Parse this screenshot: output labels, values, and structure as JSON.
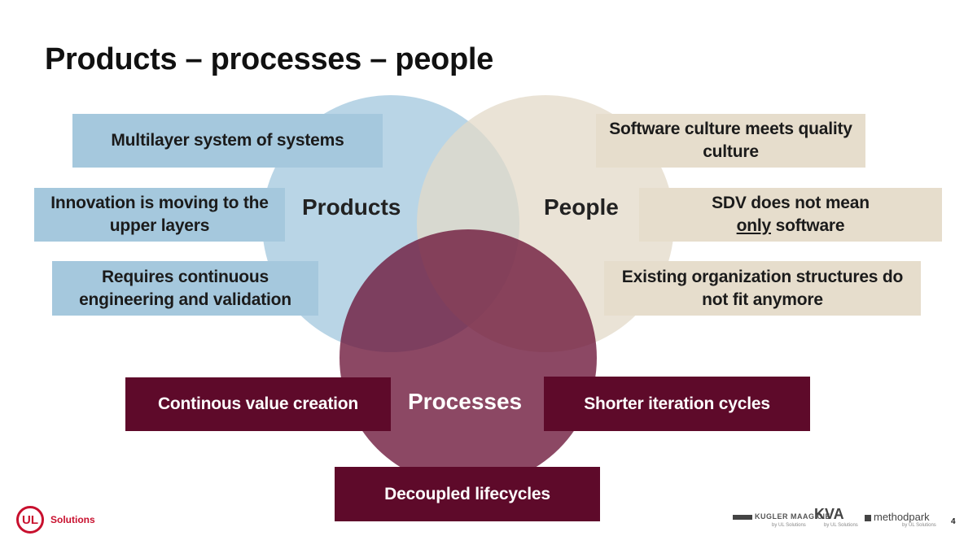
{
  "slide": {
    "title": "Products – processes – people",
    "page_number": "4"
  },
  "circles": {
    "products": {
      "label": "Products",
      "color": "#a8cbe0"
    },
    "people": {
      "label": "People",
      "color": "#e3dac8"
    },
    "processes": {
      "label": "Processes",
      "color": "#6b1538"
    }
  },
  "products_boxes": [
    {
      "text": "Multilayer system of systems"
    },
    {
      "text": "Innovation is moving to the upper layers"
    },
    {
      "text": "Requires continuous engineering and validation"
    }
  ],
  "people_boxes": [
    {
      "text": "Software culture meets quality culture"
    },
    {
      "line1": "SDV does not mean",
      "emph": "only",
      "rest": " software"
    },
    {
      "text": "Existing organization structures do not fit anymore"
    }
  ],
  "process_boxes": [
    {
      "text": "Continous value creation"
    },
    {
      "text": "Shorter iteration cycles"
    },
    {
      "text": "Decoupled lifecycles"
    }
  ],
  "footer": {
    "ul_mark": "UL",
    "ul_solutions": "Solutions",
    "partner1": "KUGLER MAAG CIE",
    "partner1_sub": "by UL Solutions",
    "partner2": "KVA",
    "partner2_sub": "by UL Solutions",
    "partner3": "methodpark",
    "partner3_sub": "by UL Solutions"
  },
  "colors": {
    "blue_box": "#a5c8dd",
    "beige_box": "#e6ddcc",
    "maroon_box": "#5e0a2a",
    "ul_red": "#c8102e"
  }
}
